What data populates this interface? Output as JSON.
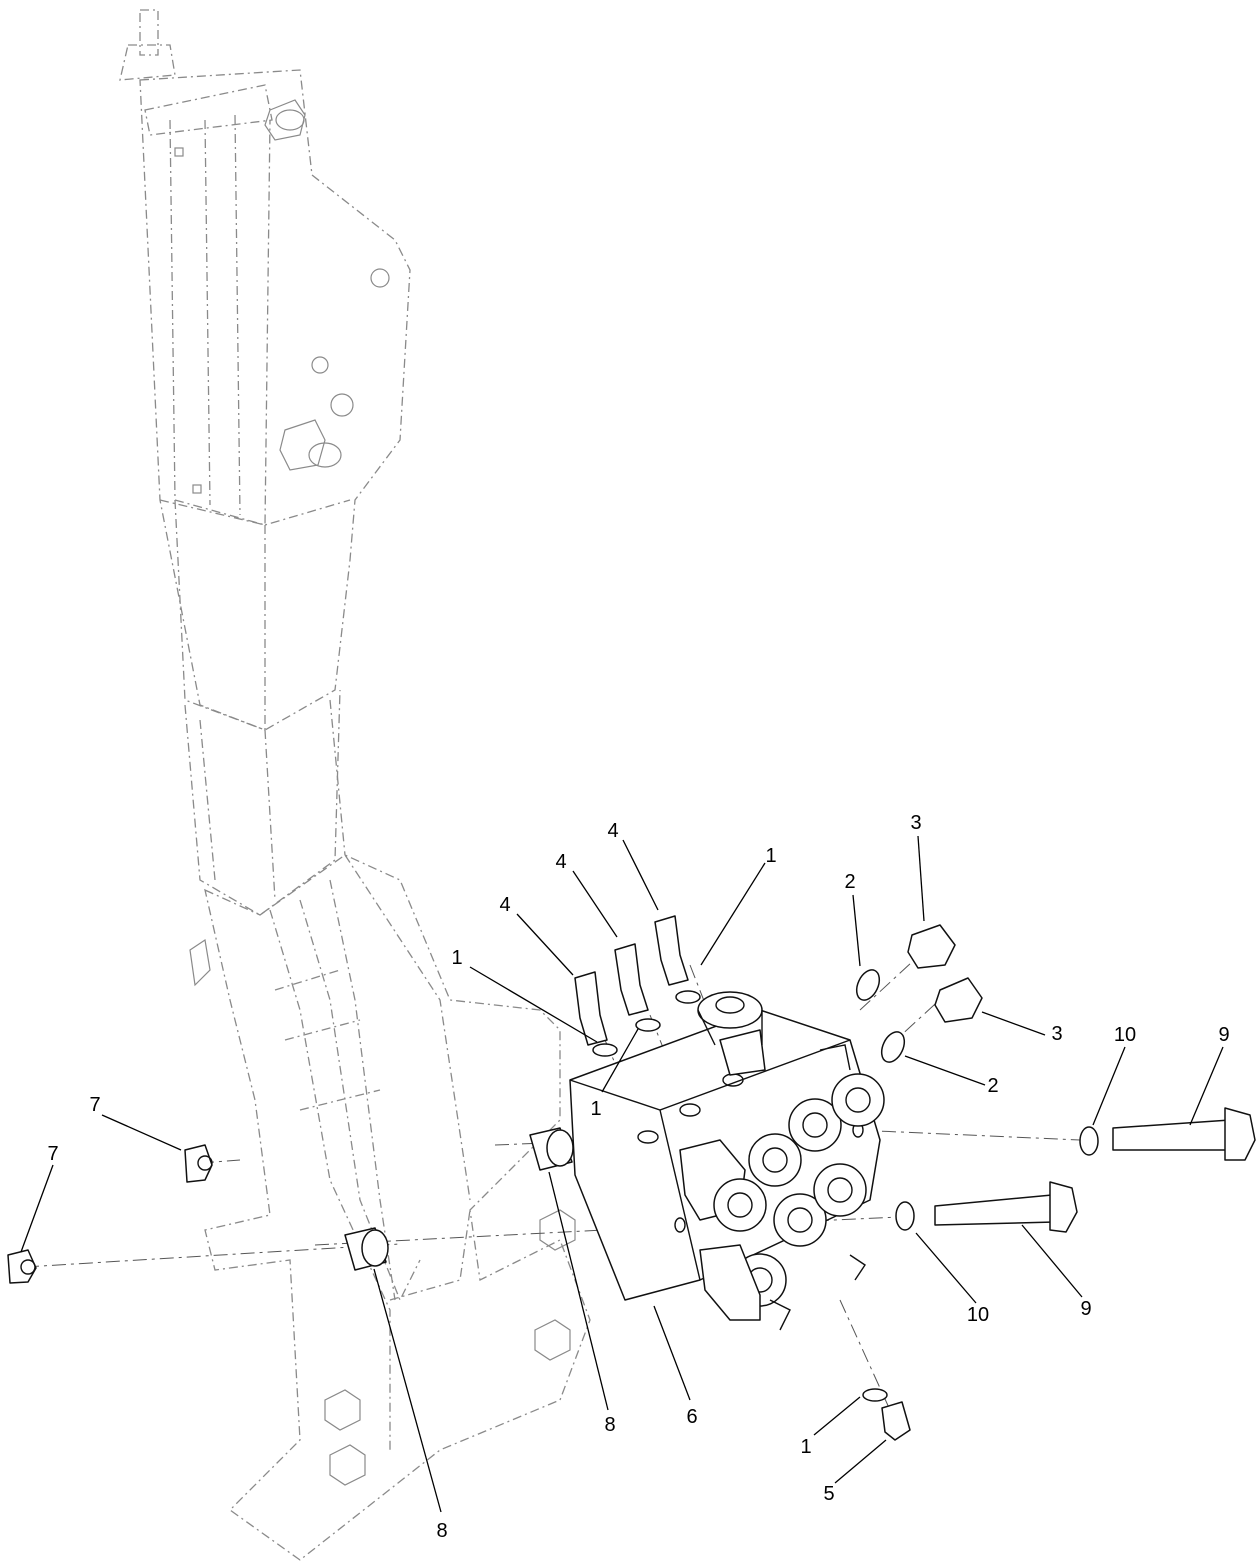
{
  "callouts": [
    {
      "label": "4"
    },
    {
      "label": "4"
    },
    {
      "label": "4"
    },
    {
      "label": "1"
    },
    {
      "label": "1"
    },
    {
      "label": "1"
    },
    {
      "label": "1"
    },
    {
      "label": "2"
    },
    {
      "label": "2"
    },
    {
      "label": "3"
    },
    {
      "label": "3"
    },
    {
      "label": "10"
    },
    {
      "label": "10"
    },
    {
      "label": "9"
    },
    {
      "label": "9"
    },
    {
      "label": "7"
    },
    {
      "label": "7"
    },
    {
      "label": "8"
    },
    {
      "label": "8"
    },
    {
      "label": "6"
    },
    {
      "label": "5"
    }
  ]
}
